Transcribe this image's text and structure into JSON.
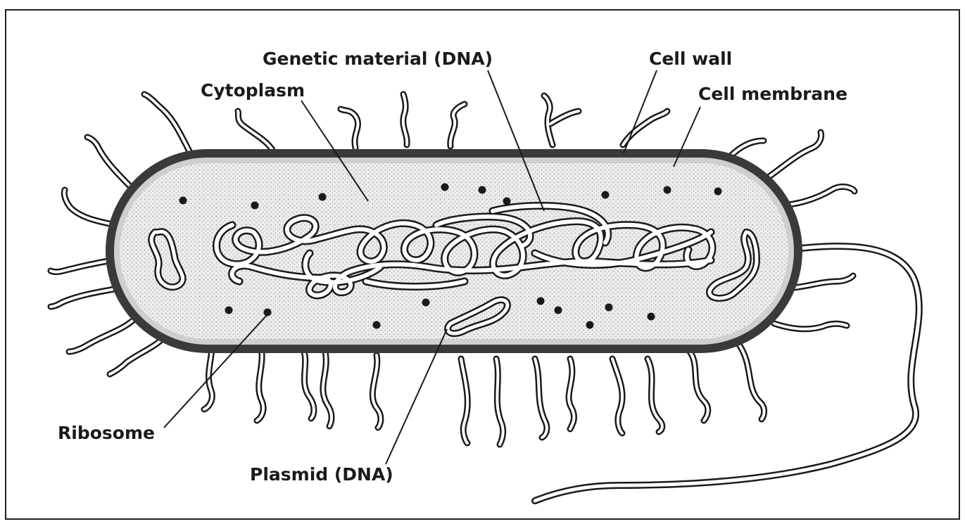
{
  "labels": {
    "genetic_material": "Genetic material (DNA)",
    "cytoplasm": "Cytoplasm",
    "cell_wall": "Cell wall",
    "cell_membrane": "Cell membrane",
    "ribosome": "Ribosome",
    "plasmid": "Plasmid (DNA)"
  },
  "colors": {
    "cell_wall": "#3a3a3a",
    "cytoplasm": "#e6e6e6",
    "ink": "#1a1a1a",
    "paper": "#ffffff"
  }
}
